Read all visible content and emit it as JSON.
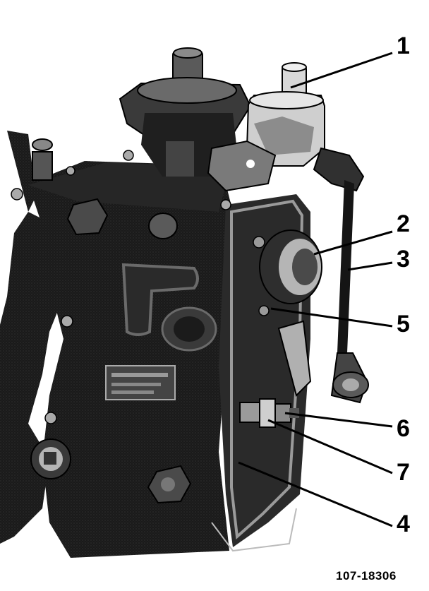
{
  "figure": {
    "reference_code": "107-18306",
    "callouts": [
      {
        "id": "1",
        "label": "1"
      },
      {
        "id": "2",
        "label": "2"
      },
      {
        "id": "3",
        "label": "3"
      },
      {
        "id": "5",
        "label": "5"
      },
      {
        "id": "6",
        "label": "6"
      },
      {
        "id": "7",
        "label": "7"
      },
      {
        "id": "4",
        "label": "4"
      }
    ]
  },
  "colors": {
    "ink": "#000000",
    "dark": "#1c1c1c",
    "mid": "#4a4a4a",
    "light": "#9a9a9a",
    "paper": "#ffffff"
  }
}
